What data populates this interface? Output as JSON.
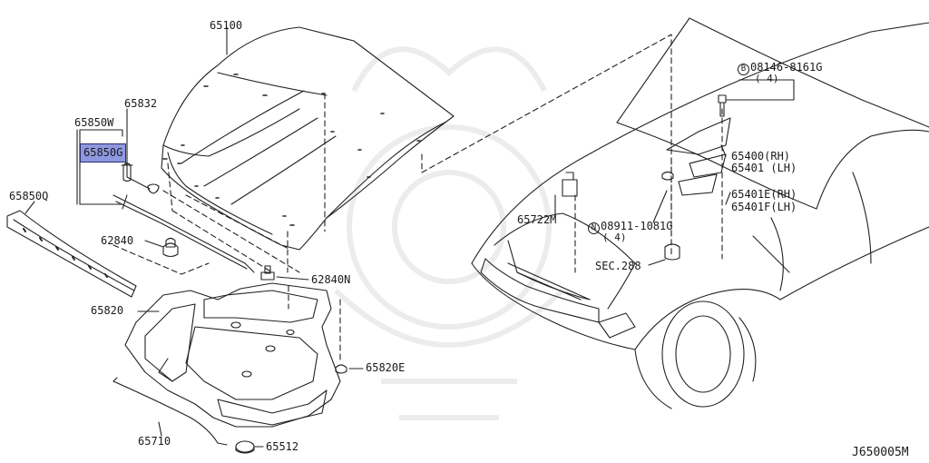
{
  "diagram": {
    "id": "J650005M",
    "highlighted_part": "65850G",
    "labels": {
      "p65100": "65100",
      "p65832": "65832",
      "p65850w": "65850W",
      "p65850g": "65850G",
      "p65850q": "65850Q",
      "p62840": "62840",
      "p62840n": "62840N",
      "p65820": "65820",
      "p65820e": "65820E",
      "p65710": "65710",
      "p65512": "65512",
      "p65722m": "65722M",
      "bolt_circle": "B",
      "bolt_part": "08146-8161G",
      "bolt_qty": "( 4)",
      "nut_circle": "N",
      "nut_part": "08911-1081G",
      "nut_qty": "( 4)",
      "sec": "SEC.288",
      "hinge_rh": "65400(RH)",
      "hinge_lh": "65401 (LH)",
      "hinge2_rh": "65401E(RH)",
      "hinge2_lh": "65401F(LH)"
    }
  }
}
